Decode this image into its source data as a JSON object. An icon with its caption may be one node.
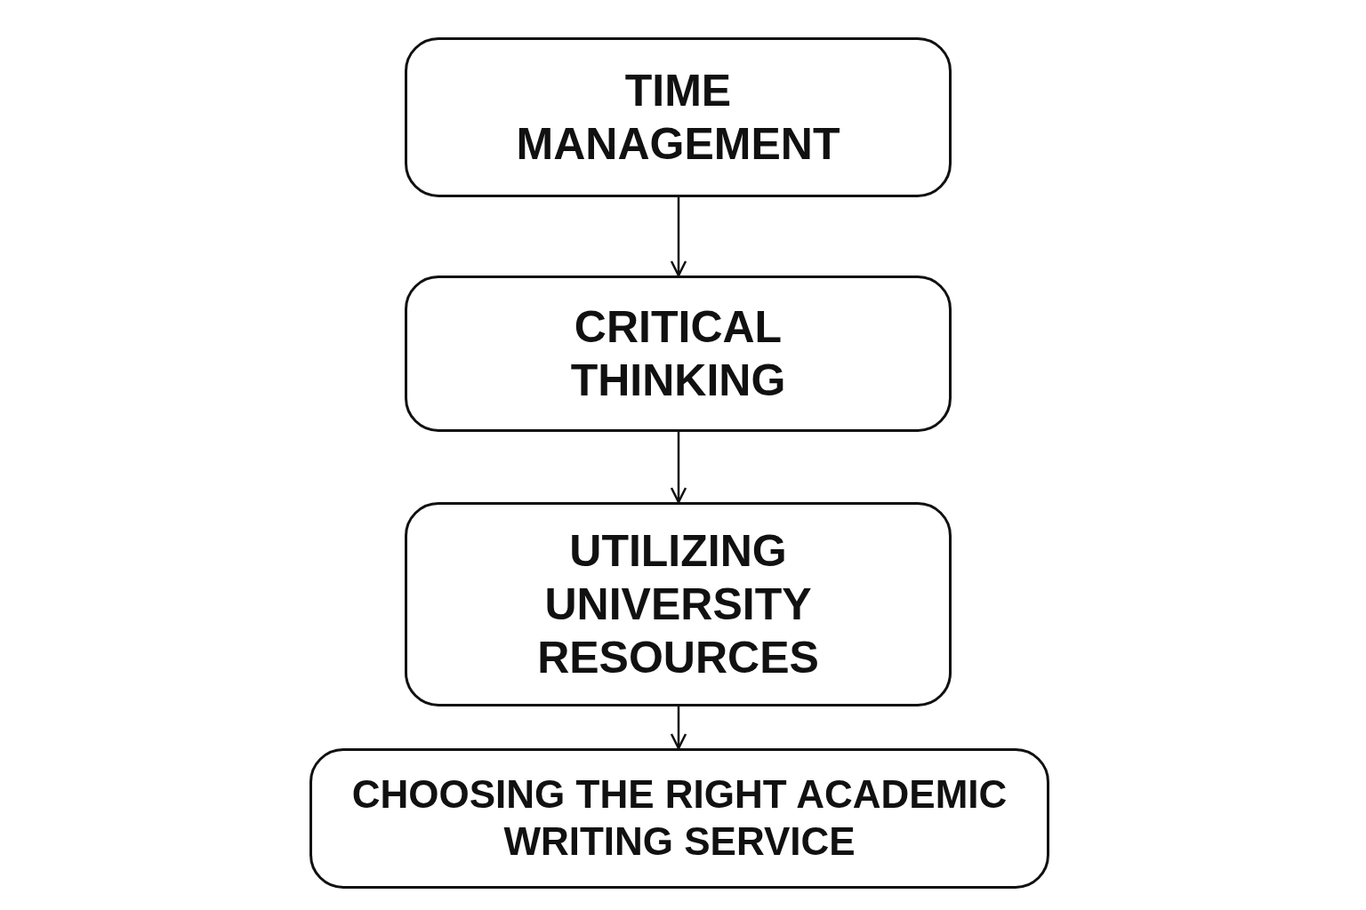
{
  "diagram": {
    "nodes": [
      {
        "text": [
          "TIME MANAGEMENT"
        ]
      },
      {
        "text": [
          "CRITICAL THINKING"
        ]
      },
      {
        "text": [
          "UTILIZING UNIVERSITY RESOURCES"
        ]
      },
      {
        "text": [
          "CHOOSING THE RIGHT ACADEMIC WRITING SERVICE"
        ]
      }
    ],
    "edges": [
      {
        "from": 0,
        "to": 1,
        "arrow": "to"
      },
      {
        "from": 1,
        "to": 2,
        "arrow": "to"
      },
      {
        "from": 2,
        "to": 3,
        "arrow": "to"
      }
    ]
  }
}
